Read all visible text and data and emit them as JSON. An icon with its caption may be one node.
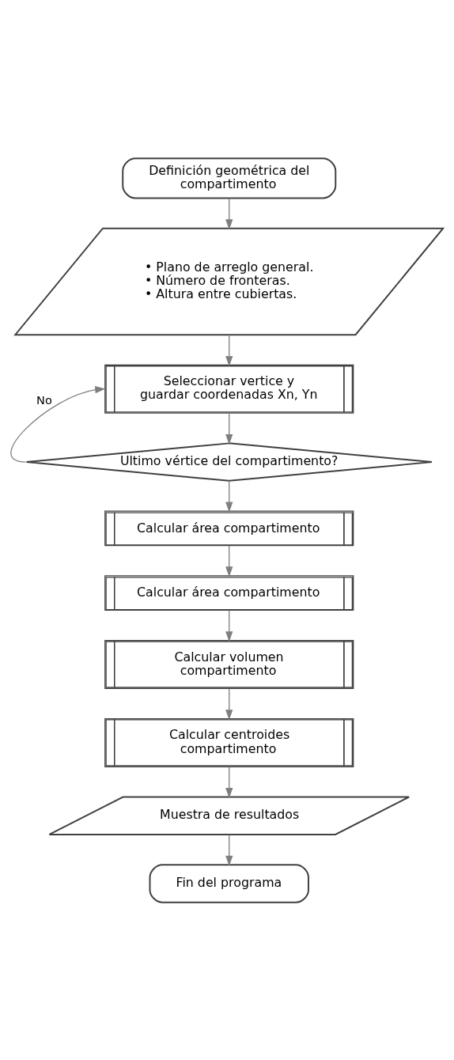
{
  "diagram": {
    "nodes": [
      {
        "text": [
          "Definición geométrica del compartimento"
        ]
      },
      {
        "text": [
          "• Plano de arreglo general.",
          "• Número de fronteras.",
          "• Altura entre cubiertas."
        ]
      },
      {
        "text": [
          "Seleccionar vertice y guardar coordenadas Xn, Yn"
        ]
      },
      {
        "text": [
          "Ultimo vértice del compartimento?"
        ]
      },
      {
        "text": [
          "Calcular área compartimento"
        ]
      },
      {
        "text": [
          "Calcular área compartimento"
        ]
      },
      {
        "text": [
          "Calcular volumen compartimento"
        ]
      },
      {
        "text": [
          "Calcular centroides compartimento"
        ]
      },
      {
        "text": [
          "Muestra de resultados"
        ]
      },
      {
        "text": [
          "Fin del programa"
        ]
      }
    ],
    "edges": [
      {
        "from": 0,
        "to": 1,
        "arrow": "to"
      },
      {
        "from": 1,
        "to": 2,
        "arrow": "to"
      },
      {
        "from": 2,
        "to": 3,
        "arrow": "to"
      },
      {
        "from": 3,
        "to": 2,
        "arrow": "to",
        "label": "No"
      },
      {
        "from": 3,
        "to": 4,
        "arrow": "to"
      },
      {
        "from": 4,
        "to": 5,
        "arrow": "to"
      },
      {
        "from": 5,
        "to": 6,
        "arrow": "to"
      },
      {
        "from": 6,
        "to": 7,
        "arrow": "to"
      },
      {
        "from": 7,
        "to": 8,
        "arrow": "to"
      },
      {
        "from": 8,
        "to": 9,
        "arrow": "to"
      }
    ]
  }
}
